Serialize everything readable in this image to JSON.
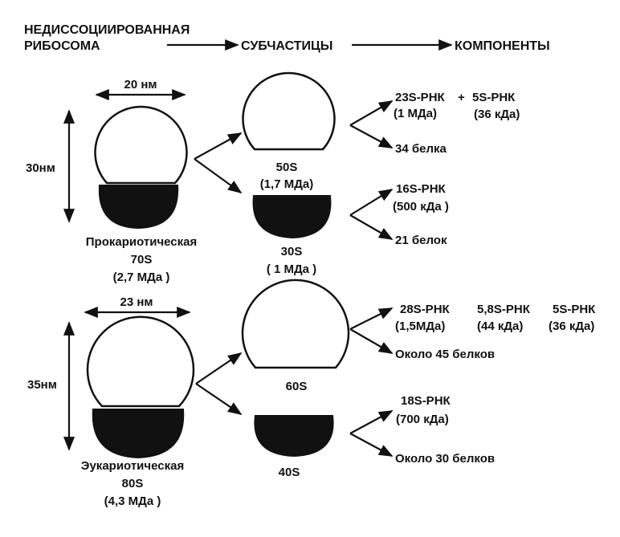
{
  "header": {
    "col1_line1": "НЕДИССОЦИИРОВАННАЯ",
    "col1_line2": "РИБОСОМА",
    "col2": "СУБЧАСТИЦЫ",
    "col3": "КОМПОНЕНТЫ"
  },
  "prokaryote": {
    "width": "20 нм",
    "height": "30нм",
    "name": "Прокариотическая",
    "sediment": "70S",
    "mass": "(2,7 МДа )",
    "large": {
      "label": "50S",
      "mass": "(1,7 МДа)",
      "rna1": "23S-РНК",
      "plus": "+",
      "rna2": "5S-РНК",
      "rna1_mass": "(1 МДа)",
      "rna2_mass": "(36 кДа)",
      "proteins": "34 белка"
    },
    "small": {
      "label": "30S",
      "mass": "( 1 МДа )",
      "rna": "16S-РНК",
      "rna_mass": "(500 кДа )",
      "proteins": "21 белок"
    }
  },
  "eukaryote": {
    "width": "23 нм",
    "height": "35нм",
    "name": "Эукариотическая",
    "sediment": "80S",
    "mass": "(4,3 МДа )",
    "large": {
      "label": "60S",
      "rna1": "28S-РНК",
      "rna1_mass": "(1,5МДа)",
      "rna2": "5,8S-РНК",
      "rna2_mass": "(44 кДа)",
      "rna3": "5S-РНК",
      "rna3_mass": "(36 кДа)",
      "proteins": "Около 45 белков"
    },
    "small": {
      "label": "40S",
      "rna": "18S-РНК",
      "rna_mass": "(700 кДа)",
      "proteins": "Около 30 белков"
    }
  }
}
